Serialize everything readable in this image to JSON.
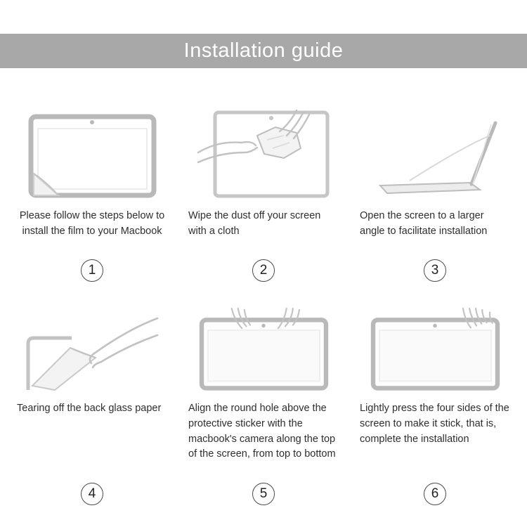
{
  "header": {
    "title": "Installation guide"
  },
  "colors": {
    "header_bg": "#a8a8a8",
    "header_text": "#ffffff",
    "illustration_line": "#b9b9b9",
    "caption_text": "#2e2e2e",
    "number_ring": "#4a4a4a"
  },
  "steps": [
    {
      "num": "1",
      "icon": "macbook-film-corner-peel-illustration",
      "caption": "Please follow the steps below to install the film to your Macbook"
    },
    {
      "num": "2",
      "icon": "wipe-screen-with-cloth-illustration",
      "caption": "Wipe the dust off your screen with a cloth"
    },
    {
      "num": "3",
      "icon": "open-laptop-angle-illustration",
      "caption": "Open the screen to a larger angle to facilitate installation"
    },
    {
      "num": "4",
      "icon": "tear-back-paper-illustration",
      "caption": "Tearing off the back glass paper"
    },
    {
      "num": "5",
      "icon": "align-film-two-hands-illustration",
      "caption": "Align the round hole above the protective sticker with the macbook's camera along the top of the screen, from top to bottom"
    },
    {
      "num": "6",
      "icon": "press-four-sides-illustration",
      "caption": "Lightly press the four sides of the screen to make it stick, that is, complete the installation"
    }
  ]
}
